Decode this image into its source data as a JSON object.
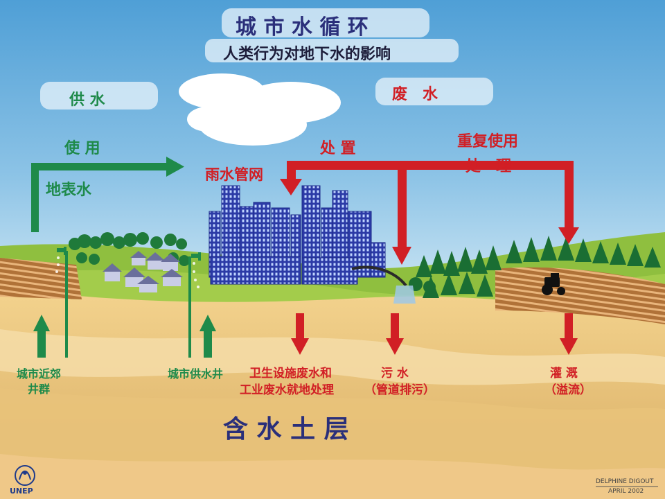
{
  "title": "城 市 水 循 环",
  "subtitle": "人类行为对地下水的影响",
  "labels": {
    "supply": "供 水",
    "use": "使 用",
    "surface_water": "地表水",
    "wastewater": "废　水",
    "disposal": "处 置",
    "reuse": "重复使用",
    "treatment": "处　理",
    "stormwater": "雨水管网",
    "peri_urban_wells": [
      "城市近郊",
      "井群"
    ],
    "city_wells": "城市供水井",
    "onsite_treatment": [
      "卫生设施废水和",
      "工业废水就地处理"
    ],
    "sewage": [
      "污  水",
      "（管道排污）"
    ],
    "irrigation": [
      "灌  溉",
      "（溢流）"
    ],
    "aquifer": "含 水 土 层"
  },
  "credits": {
    "org": "UNEP",
    "author": "DELPHINE DIGOUT",
    "date": "APRIL 2002"
  },
  "colors": {
    "green": "#1e8a4a",
    "red": "#d11f25",
    "navy": "#2a2f7a",
    "sky": "#5aa7d9",
    "soil": "#e8c27a"
  },
  "icons": [
    "cloud-icon",
    "building-icon",
    "house-icon",
    "tree-icon",
    "tap-icon",
    "tractor-icon",
    "unep-logo-icon"
  ]
}
